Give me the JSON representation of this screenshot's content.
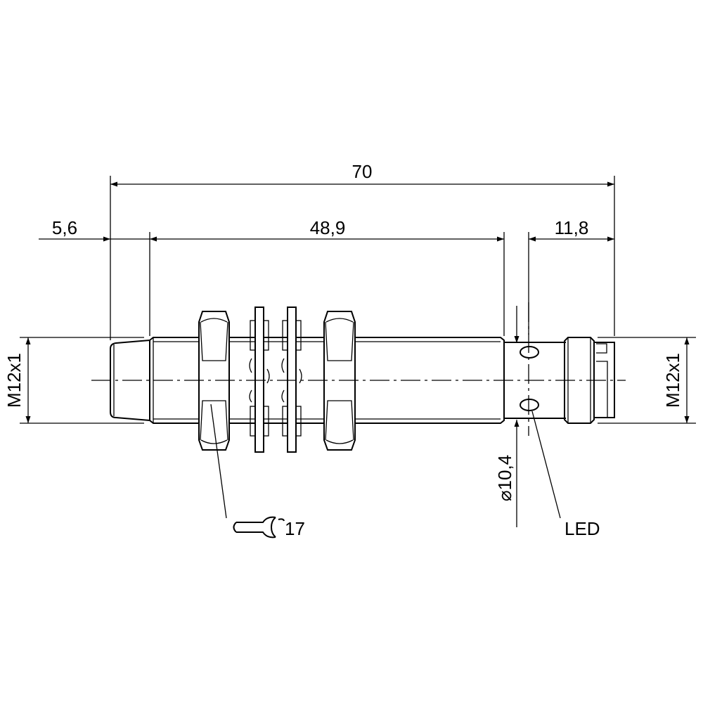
{
  "dimensions": {
    "overall_length": "70",
    "tip_length": "5,6",
    "thread_length": "48,9",
    "rear_length": "11,8",
    "thread_left": "M12x1",
    "thread_right": "M12x1",
    "housing_diameter": "⌀10,4"
  },
  "labels": {
    "wrench_size": "17",
    "led": "LED"
  },
  "colors": {
    "line": "#000000",
    "background": "#ffffff"
  }
}
